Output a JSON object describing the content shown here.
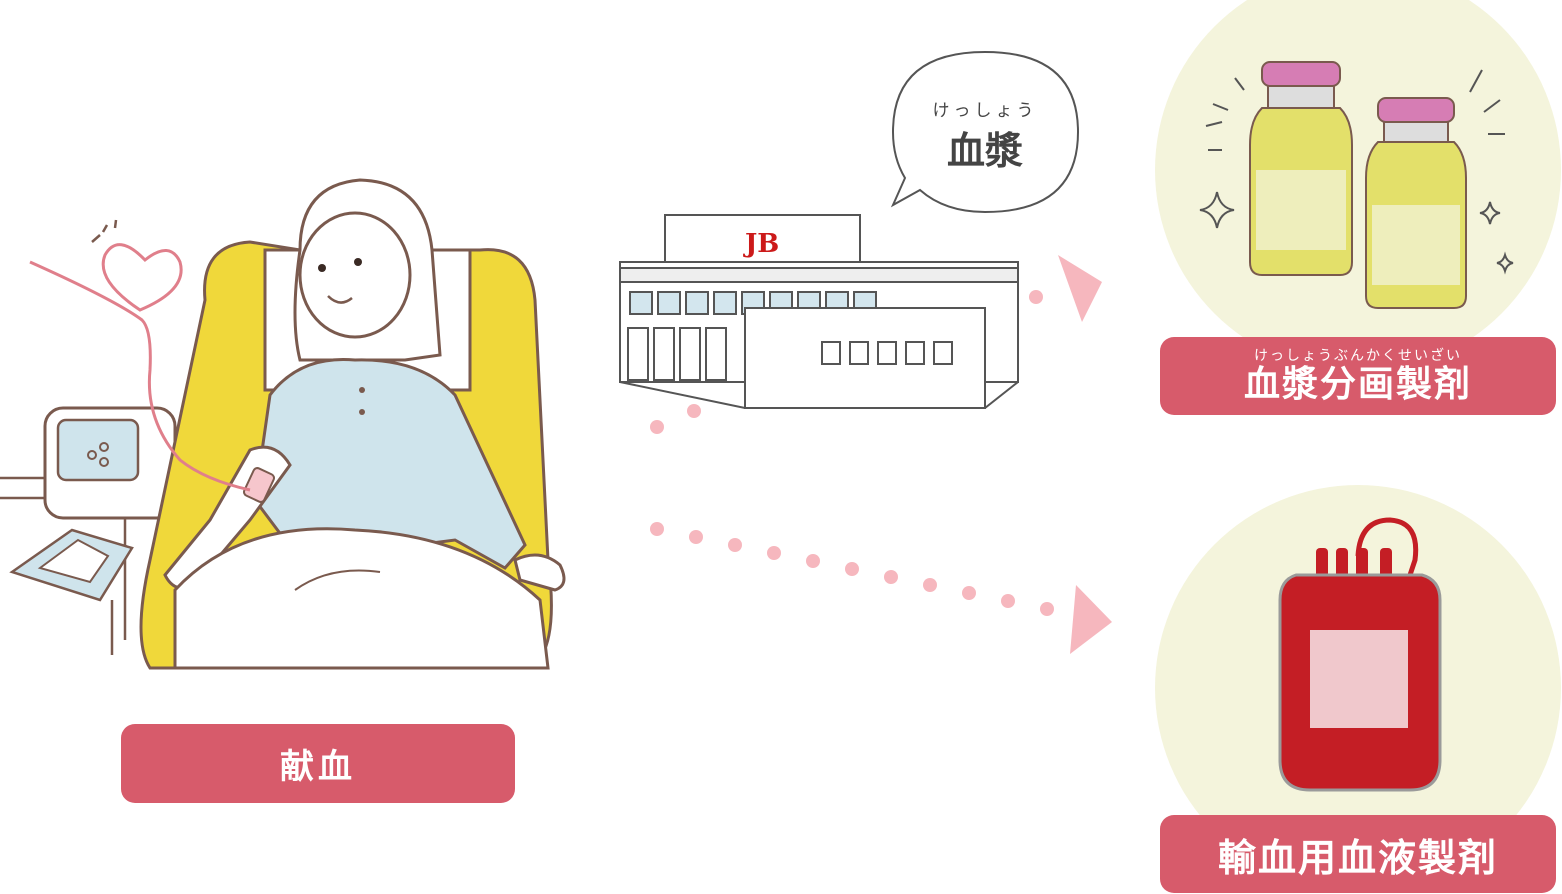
{
  "colors": {
    "accent": "#d75b6b",
    "arrow_pink": "#f6b7be",
    "product_circle": "#f4f4dc",
    "chair_yellow": "#f0d83a",
    "shirt_blue": "#cfe4ec",
    "blood_red": "#c41e25",
    "logo_red": "#cc1a1a"
  },
  "donation": {
    "label": "献血"
  },
  "facility": {
    "logo_text": "JB"
  },
  "speech_bubble": {
    "ruby": "けっしょう",
    "text": "血漿"
  },
  "plasma_derivatives": {
    "ruby": "けっしょうぶんかくせいざい",
    "label": "血漿分画製剤"
  },
  "transfusion": {
    "label": "輸血用血液製剤"
  },
  "icons": [
    "heart-icon",
    "sparkle-icon",
    "chair-icon",
    "woman-donor-icon",
    "donation-machine-icon",
    "factory-icon",
    "vial-icon",
    "blood-bag-icon"
  ]
}
